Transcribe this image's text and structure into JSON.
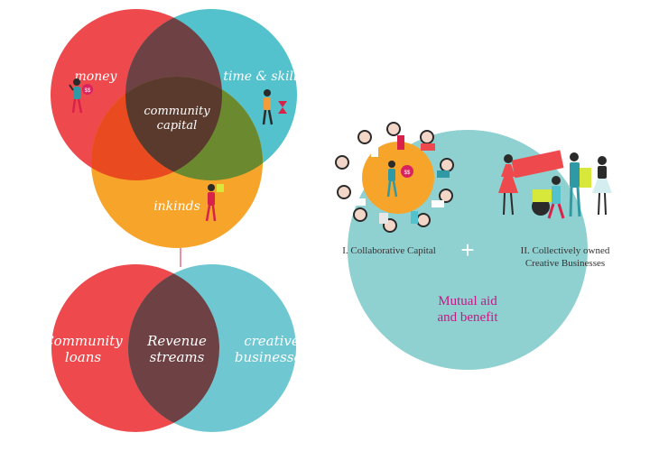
{
  "top_venn": {
    "money": "money",
    "time_skills": "time & skills",
    "community_capital_1": "community",
    "community_capital_2": "capital",
    "inkinds": "inkinds"
  },
  "bottom_venn": {
    "loans_1": "Community",
    "loans_2": "loans",
    "revenue_1": "Revenue",
    "revenue_2": "streams",
    "creative_1": "creative",
    "creative_2": "businesses"
  },
  "right": {
    "collab_caption": "I. Collaborative Capital",
    "plus_sign": "+",
    "collective_caption_1": "II. Collectively owned",
    "collective_caption_2": "Creative Businesses",
    "mutual_1": "Mutual aid",
    "mutual_2": "and benefit"
  },
  "coin_label": "$$",
  "colors": {
    "red": "#ee4a4d",
    "teal": "#53c2cc",
    "orange": "#f6a52a",
    "dark_overlap": "#6e4244",
    "red_orange_overlap": "#ea4a1f",
    "teal_orange_overlap": "#6b8a2f",
    "big_teal": "#8fd0d0",
    "magenta_text": "#c21a85"
  }
}
